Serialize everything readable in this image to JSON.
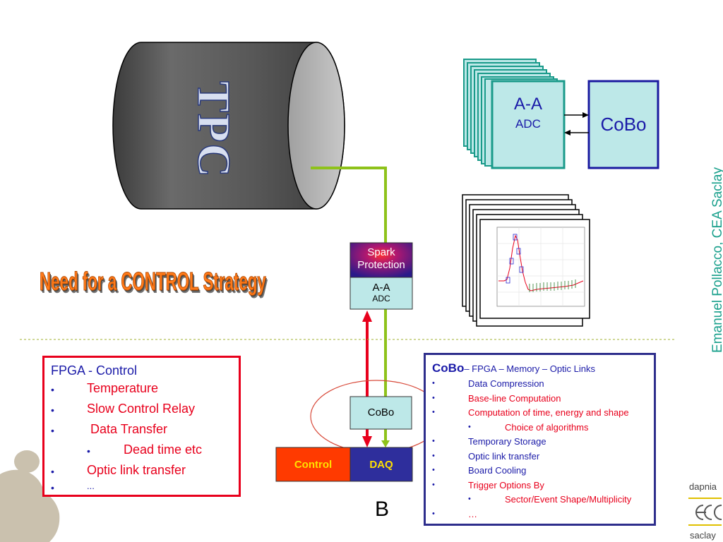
{
  "tpc": {
    "label": "TPC"
  },
  "aa_adc_top": {
    "line1": "A-A",
    "line2": "ADC"
  },
  "cobo_top": {
    "label": "CoBo"
  },
  "spark": {
    "line1": "Spark",
    "line2": "Protection"
  },
  "aa_adc_mid": {
    "line1": "A-A",
    "line2": "ADC"
  },
  "cobo_mid": {
    "label": "CoBo"
  },
  "control_block": {
    "label": "Control"
  },
  "daq_block": {
    "label": "DAQ"
  },
  "strategy_title": "Need for a CONTROL Strategy",
  "author": "Emanuel Pollacco, CEA Saclay",
  "letter": "B",
  "fpga_panel": {
    "title": "FPGA - Control",
    "items": [
      {
        "text": "Temperature",
        "level": 1
      },
      {
        "text": "Slow Control Relay",
        "level": 1
      },
      {
        "text": " Data Transfer",
        "level": 1
      },
      {
        "text": "Dead time etc",
        "level": 2
      },
      {
        "text": "Optic link transfer",
        "level": 1
      },
      {
        "text": "...",
        "level": 1
      }
    ]
  },
  "cobo_panel": {
    "title": "CoBo",
    "subtitle": "– FPGA – Memory – Optic Links",
    "items": [
      {
        "text": "Data Compression",
        "color": "#1a1aa8",
        "level": 1
      },
      {
        "text": "Base-line Computation",
        "color": "#e8001c",
        "level": 1
      },
      {
        "text": "Computation of time, energy and shape",
        "color": "#e8001c",
        "level": 1
      },
      {
        "text": "Choice of algorithms",
        "color": "#e8001c",
        "level": 2
      },
      {
        "text": "Temporary Storage",
        "color": "#1a1aa8",
        "level": 1
      },
      {
        "text": "Optic link transfer",
        "color": "#1a1aa8",
        "level": 1
      },
      {
        "text": "Board Cooling",
        "color": "#1a1aa8",
        "level": 1
      },
      {
        "text": "Trigger Options By",
        "color": "#e8001c",
        "level": 1
      },
      {
        "text": "Sector/Event Shape/Multiplicity",
        "color": "#e8001c",
        "level": 2
      },
      {
        "text": "…",
        "color": "#e8001c",
        "level": 1
      }
    ]
  },
  "logos": {
    "top": "dapnia",
    "middle": "cea",
    "bottom": "saclay"
  },
  "colors": {
    "cylinder": "#5f5f5f",
    "adc_fill": "#bde8e8",
    "adc_border": "#1a9a8a",
    "cobo_border": "#1a1aa0",
    "green_line": "#8ec21a",
    "red_arrow": "#e8001c",
    "control_fill": "#ff3a00",
    "daq_fill": "#2e2e9c"
  }
}
